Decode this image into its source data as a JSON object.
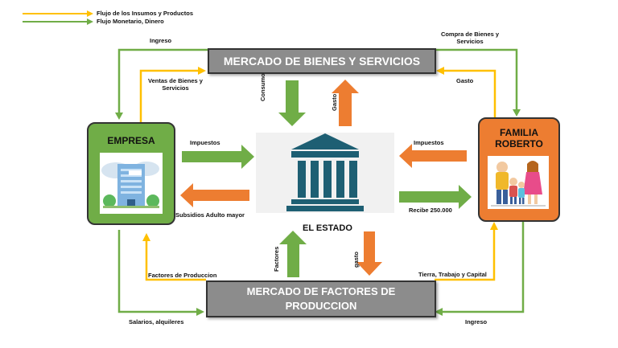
{
  "legend": {
    "goods_flow": "Flujo de los Insumos y Productos",
    "money_flow": "Flujo Monetario, Dinero"
  },
  "colors": {
    "green": "#70ad47",
    "orange": "#ed7d31",
    "yellow": "#ffc000",
    "box_gray": "#8c8c8c"
  },
  "markets": {
    "goods": "MERCADO DE BIENES Y SERVICIOS",
    "factors_line1": "MERCADO DE FACTORES DE",
    "factors_line2": "PRODUCCION"
  },
  "nodes": {
    "empresa": "EMPRESA",
    "familia_line1": "FAMILIA",
    "familia_line2": "ROBERTO",
    "estado": "EL ESTADO"
  },
  "labels": {
    "ingreso_top": "Ingreso",
    "compra_line1": "Compra de Bienes y",
    "compra_line2": "Servicios",
    "ventas_line1": "Ventas de Bienes y",
    "ventas_line2": "Servicios",
    "gasto_top": "Gasto",
    "consumo": "Consumo",
    "gasto_vertical": "Gasto",
    "impuestos_left": "Impuestos",
    "impuestos_right": "Impuestos",
    "subsidios": "Subsidios Adulto mayor",
    "recibe": "Recibe 250.000",
    "factores_vertical": "Factores",
    "gasto_lower": "gasto",
    "factores_produccion": "Factores de Produccion",
    "tierra": "Tierra, Trabajo y Capital",
    "salarios": "Salarios, alquileres",
    "ingreso_bottom": "Ingreso"
  }
}
